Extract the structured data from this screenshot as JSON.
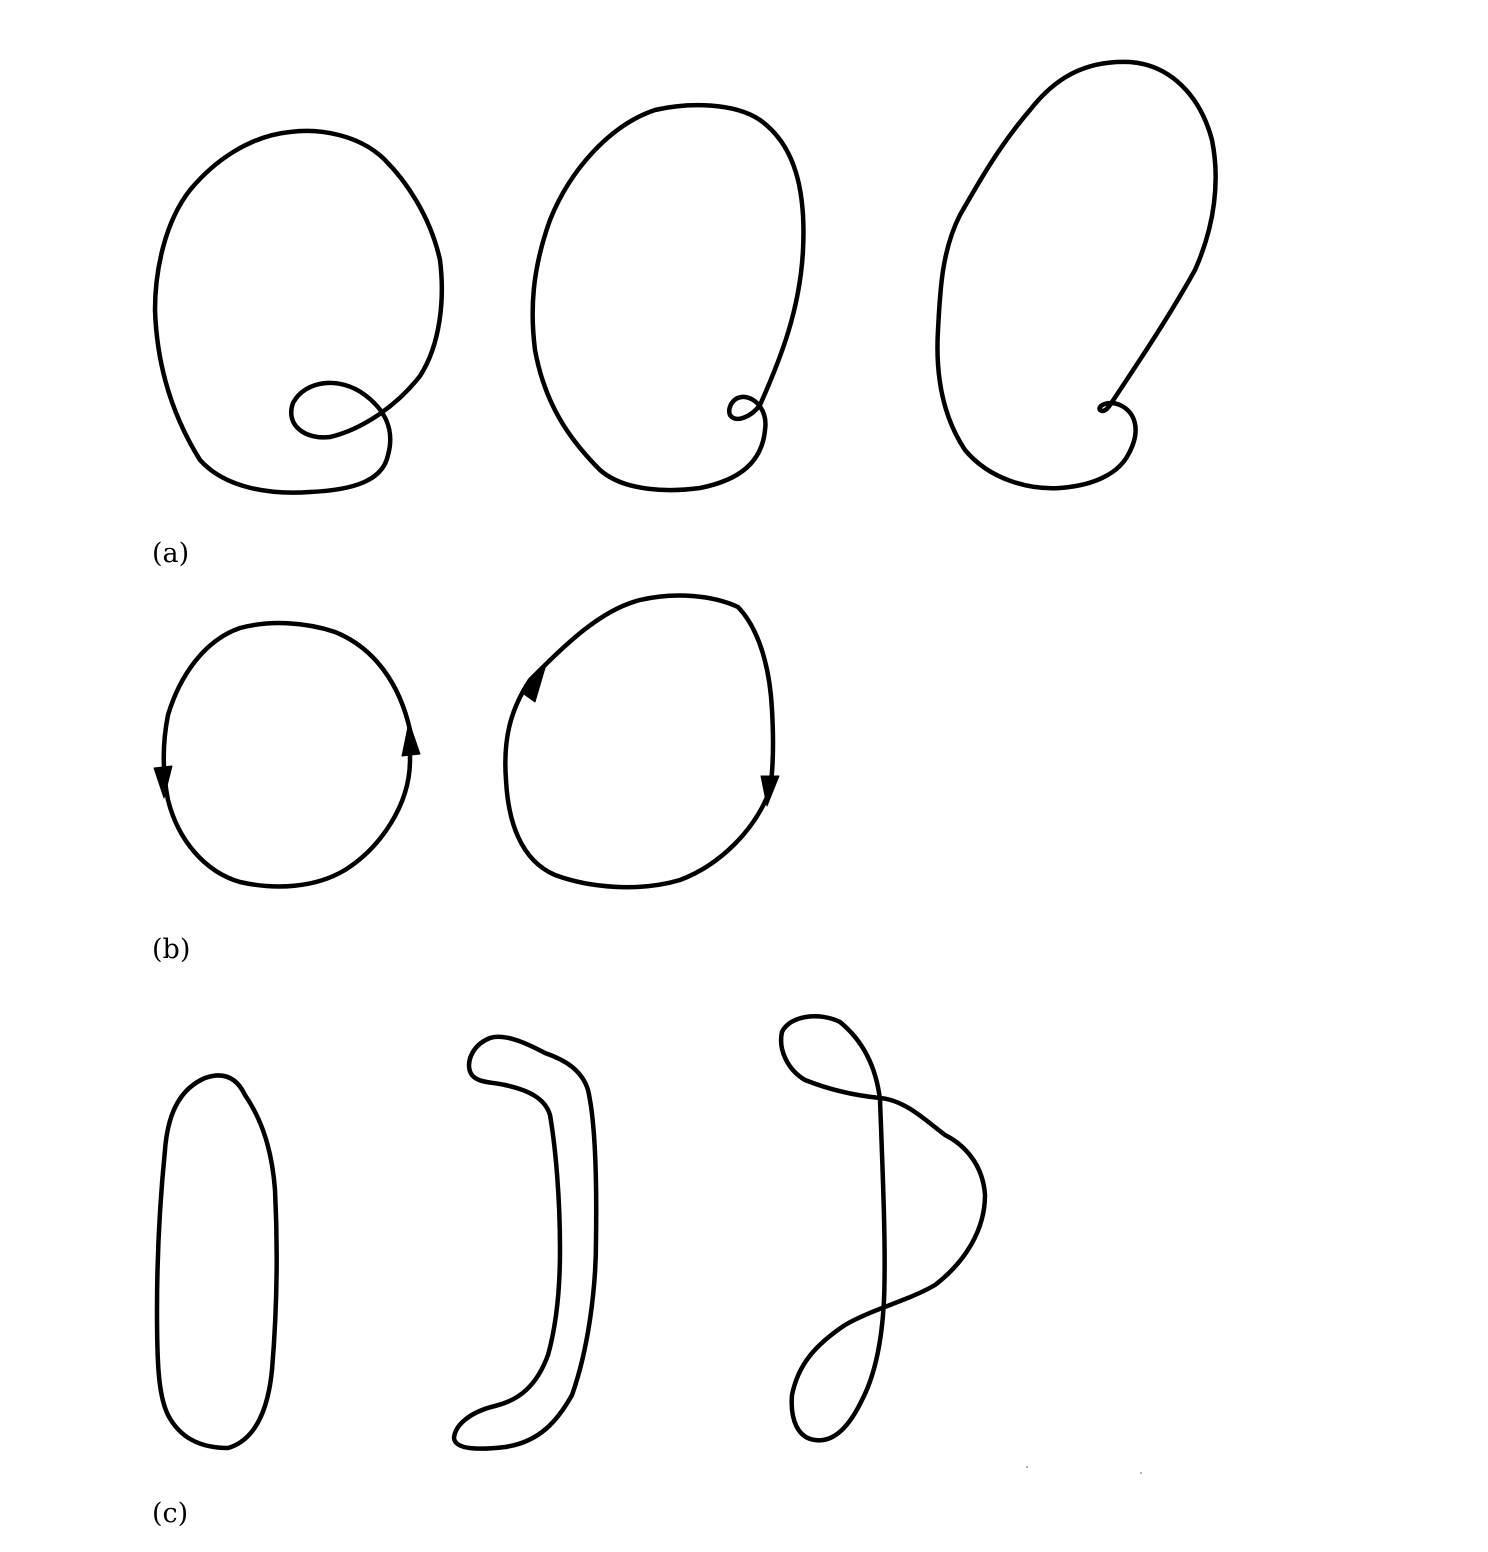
{
  "panels": {
    "a": {
      "label": "(a)"
    },
    "b": {
      "label": "(b)"
    },
    "c": {
      "label": "(c)"
    }
  },
  "colors": {
    "stroke": "#000000",
    "background": "#ffffff"
  }
}
